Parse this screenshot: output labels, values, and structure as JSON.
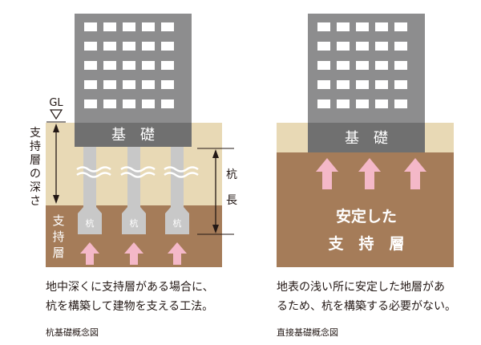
{
  "left": {
    "gl_label": "GL",
    "foundation_label": "基　礎",
    "depth_label_chars": [
      "支",
      "持",
      "層",
      "の",
      "深",
      "さ"
    ],
    "pile_length_chars": [
      "杭",
      "長"
    ],
    "bearing_layer_chars": [
      "支",
      "持",
      "層"
    ],
    "pile_label": "杭",
    "caption_lines": [
      "地中深くに支持層がある場合に、",
      "杭を構築して建物を支える工法。"
    ],
    "subcaption": "杭基礎概念図"
  },
  "right": {
    "foundation_label": "基　礎",
    "stable_line1": "安定した",
    "stable_line2": "支　持　層",
    "caption_lines": [
      "地表の浅い所に安定した地層があ",
      "るため、杭を構築する必要がない。"
    ],
    "subcaption": "直接基礎概念図"
  },
  "colors": {
    "building": "#8d8d8e",
    "window": "#ffffff",
    "foundation": "#707070",
    "surface_soil": "#e8d9b5",
    "bearing_layer": "#a57c59",
    "pile": "#c8c8c8",
    "arrow": "#f4b8c8",
    "line": "#231815"
  }
}
